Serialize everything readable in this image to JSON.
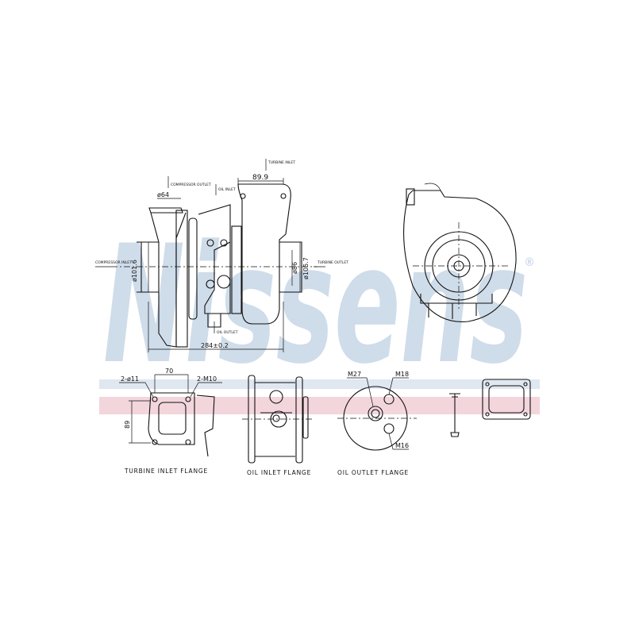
{
  "watermark": {
    "brand": "Nissens",
    "registered": "®",
    "brand_color": "#cfdcea",
    "band_blue": "#dfe7f0",
    "band_pink": "#f3d5dc"
  },
  "side_view": {
    "turbine_inlet": "TURBINE INLET",
    "compressor_outlet": "COMPRESSOR OUTLET",
    "oil_inlet": "OIL INLET",
    "oil_outlet": "OIL OUTLET",
    "compressor_inlet": "COMPRESSOR INLET",
    "turbine_outlet": "TURBINE OUTLET",
    "dim_turbine_inlet": "89.9",
    "dim_compressor_outlet": "ø64",
    "dim_compressor_inlet": "ø101.6",
    "dim_turbine_outlet_inner": "ø86",
    "dim_turbine_outlet_outer": "ø105.7",
    "dim_length": "284±0.2"
  },
  "turbine_inlet_flange": {
    "title": "TURBINE INLET FLANGE",
    "holes": "2-ø11",
    "threads": "2-M10",
    "width": "70",
    "height": "89"
  },
  "oil_inlet_flange": {
    "title": "OIL INLET FLANGE"
  },
  "oil_outlet_flange": {
    "title": "OIL OUTLET FLANGE",
    "m27": "M27",
    "m18": "M18",
    "m16": "M16"
  }
}
